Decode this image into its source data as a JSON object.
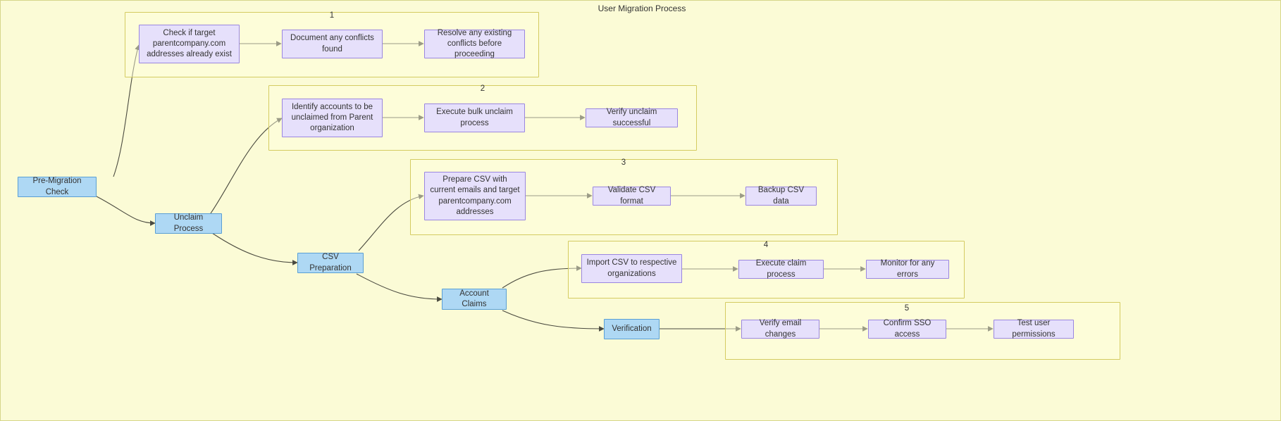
{
  "diagram": {
    "title": "User Migration Process",
    "type": "flowchart",
    "direction": "left-to-right",
    "background_color": "#fbfbd6",
    "phase_node_color": "#aed8f4",
    "phase_border_color": "#5a9fd4",
    "step_node_color": "#e6e0fb",
    "step_border_color": "#9a86e0",
    "cluster_border_color": "#d4cb61",
    "edge_color": "#4a4a3f"
  },
  "phases": [
    {
      "id": "pre-migration-check",
      "label": "Pre-Migration Check"
    },
    {
      "id": "unclaim-process",
      "label": "Unclaim Process"
    },
    {
      "id": "csv-preparation",
      "label": "CSV Preparation"
    },
    {
      "id": "account-claims",
      "label": "Account Claims"
    },
    {
      "id": "verification",
      "label": "Verification"
    }
  ],
  "clusters": [
    {
      "id": "cluster-1",
      "label": "1",
      "steps": [
        {
          "id": "check-existing-addresses",
          "label": "Check if target parentcompany.com addresses already exist"
        },
        {
          "id": "document-conflicts",
          "label": "Document any conflicts found"
        },
        {
          "id": "resolve-conflicts",
          "label": "Resolve any existing conflicts before proceeding"
        }
      ]
    },
    {
      "id": "cluster-2",
      "label": "2",
      "steps": [
        {
          "id": "identify-accounts",
          "label": "Identify accounts to be unclaimed from Parent organization"
        },
        {
          "id": "execute-bulk-unclaim",
          "label": "Execute bulk unclaim process"
        },
        {
          "id": "verify-unclaim",
          "label": "Verify unclaim successful"
        }
      ]
    },
    {
      "id": "cluster-3",
      "label": "3",
      "steps": [
        {
          "id": "prepare-csv",
          "label": "Prepare CSV with current emails and target parentcompany.com addresses"
        },
        {
          "id": "validate-csv",
          "label": "Validate CSV format"
        },
        {
          "id": "backup-csv",
          "label": "Backup CSV data"
        }
      ]
    },
    {
      "id": "cluster-4",
      "label": "4",
      "steps": [
        {
          "id": "import-csv",
          "label": "Import CSV to respective organizations"
        },
        {
          "id": "execute-claim",
          "label": "Execute claim process"
        },
        {
          "id": "monitor-errors",
          "label": "Monitor for any errors"
        }
      ]
    },
    {
      "id": "cluster-5",
      "label": "5",
      "steps": [
        {
          "id": "verify-email-changes",
          "label": "Verify email changes"
        },
        {
          "id": "confirm-sso",
          "label": "Confirm SSO access"
        },
        {
          "id": "test-permissions",
          "label": "Test user permissions"
        }
      ]
    }
  ],
  "edges": [
    {
      "from": "pre-migration-check",
      "to": "check-existing-addresses"
    },
    {
      "from": "pre-migration-check",
      "to": "unclaim-process"
    },
    {
      "from": "unclaim-process",
      "to": "identify-accounts"
    },
    {
      "from": "unclaim-process",
      "to": "csv-preparation"
    },
    {
      "from": "csv-preparation",
      "to": "prepare-csv"
    },
    {
      "from": "csv-preparation",
      "to": "account-claims"
    },
    {
      "from": "account-claims",
      "to": "import-csv"
    },
    {
      "from": "account-claims",
      "to": "verification"
    },
    {
      "from": "verification",
      "to": "verify-email-changes"
    },
    {
      "from": "check-existing-addresses",
      "to": "document-conflicts"
    },
    {
      "from": "document-conflicts",
      "to": "resolve-conflicts"
    },
    {
      "from": "identify-accounts",
      "to": "execute-bulk-unclaim"
    },
    {
      "from": "execute-bulk-unclaim",
      "to": "verify-unclaim"
    },
    {
      "from": "prepare-csv",
      "to": "validate-csv"
    },
    {
      "from": "validate-csv",
      "to": "backup-csv"
    },
    {
      "from": "import-csv",
      "to": "execute-claim"
    },
    {
      "from": "execute-claim",
      "to": "monitor-errors"
    },
    {
      "from": "verify-email-changes",
      "to": "confirm-sso"
    },
    {
      "from": "confirm-sso",
      "to": "test-permissions"
    }
  ]
}
